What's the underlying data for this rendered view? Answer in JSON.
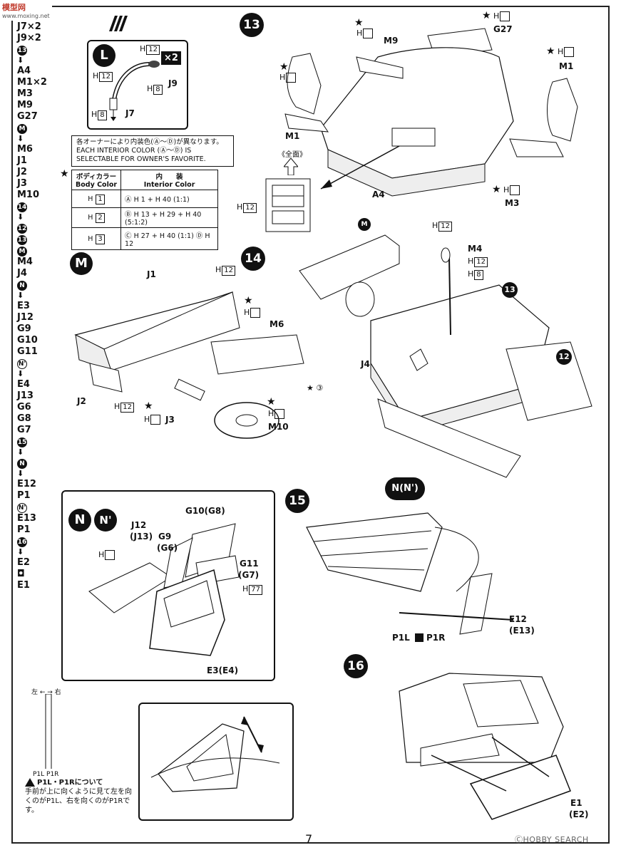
{
  "watermark": {
    "site": "模型网",
    "url": "www.moxing.net"
  },
  "sidebar": [
    {
      "t": "J7×2"
    },
    {
      "t": "J9×2"
    },
    {
      "c": "13"
    },
    {
      "a": "⬇"
    },
    {
      "t": "A4"
    },
    {
      "t": "M1×2"
    },
    {
      "t": "M3"
    },
    {
      "t": "M9"
    },
    {
      "t": "G27"
    },
    {
      "c": "M"
    },
    {
      "a": "⬇"
    },
    {
      "t": "M6"
    },
    {
      "t": "J1"
    },
    {
      "t": "J2"
    },
    {
      "t": "J3"
    },
    {
      "t": "M10"
    },
    {
      "c": "14"
    },
    {
      "a": "⬇"
    },
    {
      "c": "12"
    },
    {
      "c": "13"
    },
    {
      "c": "M"
    },
    {
      "t": "M4"
    },
    {
      "t": "J4"
    },
    {
      "c": "N"
    },
    {
      "a": "⬇"
    },
    {
      "t": "E3"
    },
    {
      "t": "J12"
    },
    {
      "t": "G9"
    },
    {
      "t": "G10"
    },
    {
      "t": "G11"
    },
    {
      "c": "N'"
    },
    {
      "a": "⬇"
    },
    {
      "t": "E4"
    },
    {
      "t": "J13"
    },
    {
      "t": "G6"
    },
    {
      "t": "G8"
    },
    {
      "t": "G7"
    },
    {
      "c": "15"
    },
    {
      "a": "⬇"
    },
    {
      "c": "N"
    },
    {
      "a": "⬇"
    },
    {
      "t": "E12"
    },
    {
      "t": "P1"
    },
    {
      "c": "N'"
    },
    {
      "t": "E13"
    },
    {
      "t": "P1"
    },
    {
      "c": "16"
    },
    {
      "a": "⬇"
    },
    {
      "t": "E2"
    },
    {
      "t": "◘"
    },
    {
      "t": "E1"
    }
  ],
  "step_L": {
    "letter": "L",
    "multiplier": "×2",
    "parts": {
      "j9": "J9",
      "j7": "J7"
    },
    "paint": {
      "h12a": "12",
      "h12b": "12",
      "h8a": "8",
      "h8b": "8"
    }
  },
  "note": {
    "jp": "各オーナーにより内装色(Ⓐ～Ⓓ)が異なります。",
    "en1": "EACH INTERIOR COLOR (Ⓐ～Ⓓ) IS",
    "en2": "SELECTABLE FOR OWNER'S FAVORITE."
  },
  "color_table": {
    "h_body_jp": "ボディカラー",
    "h_body_en": "Body Color",
    "h_int_jp": "内　　装",
    "h_int_en": "Interior Color",
    "rows": [
      {
        "body": "1",
        "int": "Ⓐ H 1 + H 40 (1:1)"
      },
      {
        "body": "2",
        "int": "Ⓑ H 13 + H 29 + H 40 (5:1:2)"
      },
      {
        "body": "3",
        "int": "Ⓒ H 27 + H 40 (1:1)  Ⓓ H 12"
      }
    ]
  },
  "step13": {
    "num": "13",
    "labels": {
      "m9": "M9",
      "g27": "G27",
      "m1a": "M1",
      "m1b": "M1",
      "a4": "A4",
      "m3": "M3",
      "zenmen": "《全面》"
    },
    "paint": {
      "h12a": "12",
      "h12b": "12"
    }
  },
  "step_M": {
    "letter": "M",
    "labels": {
      "j1": "J1",
      "j2": "J2",
      "j3": "J3",
      "m6": "M6",
      "m10": "M10",
      "decal": "③"
    },
    "paint": {
      "h12a": "12",
      "h12b": "12"
    }
  },
  "step14": {
    "num": "14",
    "labels": {
      "m_sub": "M",
      "m4": "M4",
      "j4": "J4",
      "s13": "13",
      "s12": "12"
    },
    "paint": {
      "h12": "12",
      "h8": "8"
    }
  },
  "stepN": {
    "letters": [
      "N",
      "N'"
    ],
    "labels": {
      "j12": "J12",
      "j13": "(J13)",
      "g9": "G9",
      "g6": "(G6)",
      "g10": "G10(G8)",
      "g11": "G11",
      "g7": "(G7)",
      "e3": "E3(E4)"
    },
    "paint": {
      "h77": "77"
    }
  },
  "step15": {
    "num": "15",
    "labels": {
      "nn": "N(N')",
      "e12": "E12",
      "e13": "(E13)",
      "p1l": "P1L",
      "p1r": "P1R"
    }
  },
  "step16": {
    "num": "16",
    "labels": {
      "e1": "E1",
      "e2": "(E2)"
    }
  },
  "p1_note": {
    "lr": "左 ←  → 右",
    "parts": "P1L  P1R",
    "title": "P1L・P1Rについて",
    "body": "手前が上に向くように見て左を向くのがP1L、右を向くのがP1Rです。"
  },
  "page_number": "7",
  "footer": "ⒸHOBBY SEARCH"
}
